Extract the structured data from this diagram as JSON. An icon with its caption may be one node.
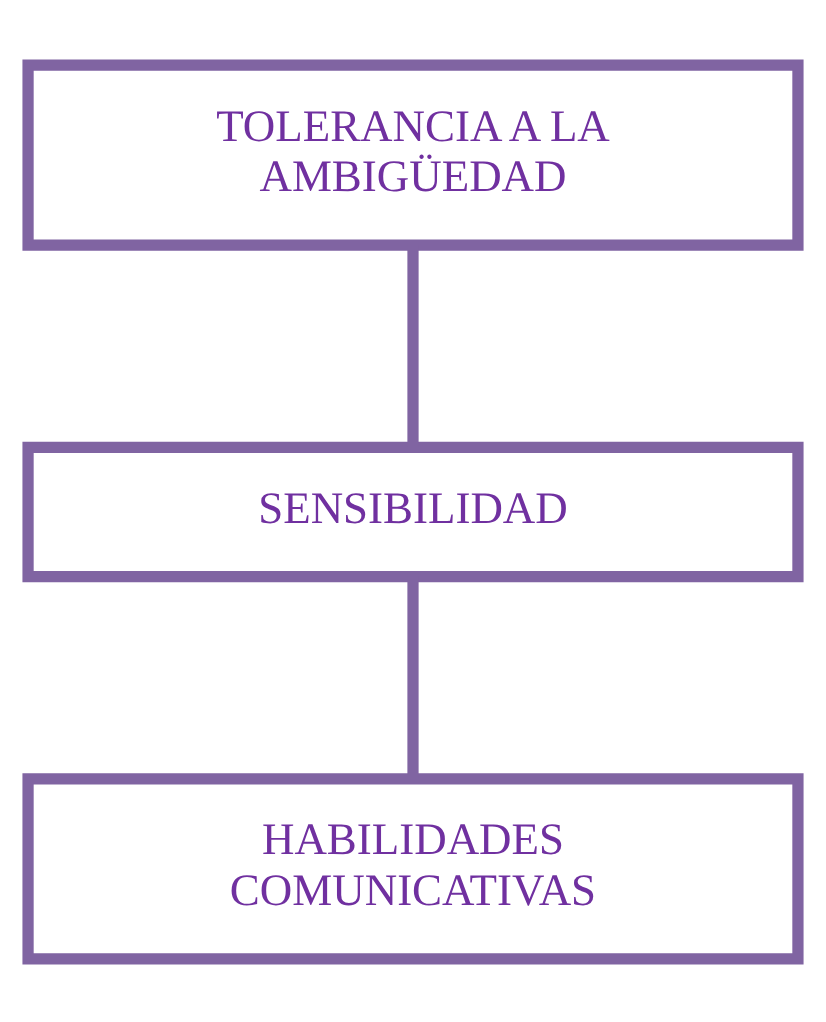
{
  "diagram": {
    "nodes": [
      {
        "text": [
          "TOLERANCIA A LA AMBIGÜEDAD"
        ]
      },
      {
        "text": [
          "SENSIBILIDAD"
        ]
      },
      {
        "text": [
          "HABILIDADES COMUNICATIVAS"
        ]
      }
    ],
    "edges": [
      {
        "from": 0,
        "to": 1,
        "arrow": "none"
      },
      {
        "from": 1,
        "to": 2,
        "arrow": "none"
      }
    ]
  }
}
